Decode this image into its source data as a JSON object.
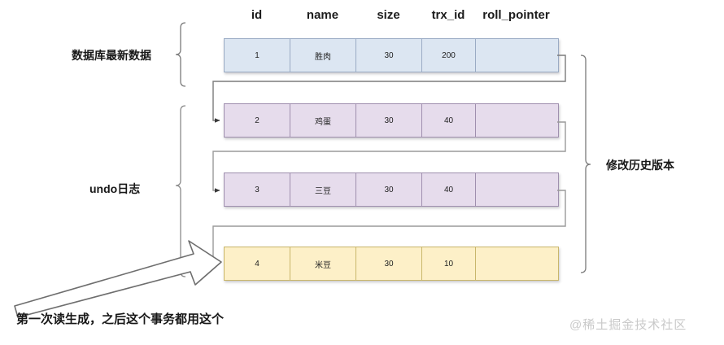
{
  "diagram": {
    "title_note": "MVCC undo log version chain diagram",
    "columns": [
      {
        "key": "id",
        "label": "id"
      },
      {
        "key": "name",
        "label": "name"
      },
      {
        "key": "size",
        "label": "size"
      },
      {
        "key": "trx_id",
        "label": "trx_id"
      },
      {
        "key": "roll_pointer",
        "label": "roll_pointer"
      }
    ],
    "rows": [
      {
        "id": "1",
        "name": "胜肉",
        "size": "30",
        "trx_id": "200",
        "roll_pointer": "",
        "color": "blue"
      },
      {
        "id": "2",
        "name": "鸡蛋",
        "size": "30",
        "trx_id": "40",
        "roll_pointer": "",
        "color": "purple"
      },
      {
        "id": "3",
        "name": "三豆",
        "size": "30",
        "trx_id": "40",
        "roll_pointer": "",
        "color": "purple"
      },
      {
        "id": "4",
        "name": "米豆",
        "size": "30",
        "trx_id": "10",
        "roll_pointer": "",
        "color": "yellow"
      }
    ],
    "labels": {
      "latest_data": "数据库最新数据",
      "undo_log": "undo日志",
      "history_versions": "修改历史版本",
      "caption": "第一次读生成，之后这个事务都用这个",
      "watermark": "@稀土掘金技术社区"
    },
    "colors": {
      "blue_fill": "#dce6f2",
      "blue_border": "#9aabc4",
      "purple_fill": "#e6dcec",
      "purple_border": "#9f8fae",
      "yellow_fill": "#fdf0c8",
      "yellow_border": "#c9b66b",
      "connector": "#6b6b6b",
      "brace": "#6f6f6f",
      "text": "#181818",
      "watermark": "#c9c9c9",
      "background": "#ffffff"
    }
  }
}
